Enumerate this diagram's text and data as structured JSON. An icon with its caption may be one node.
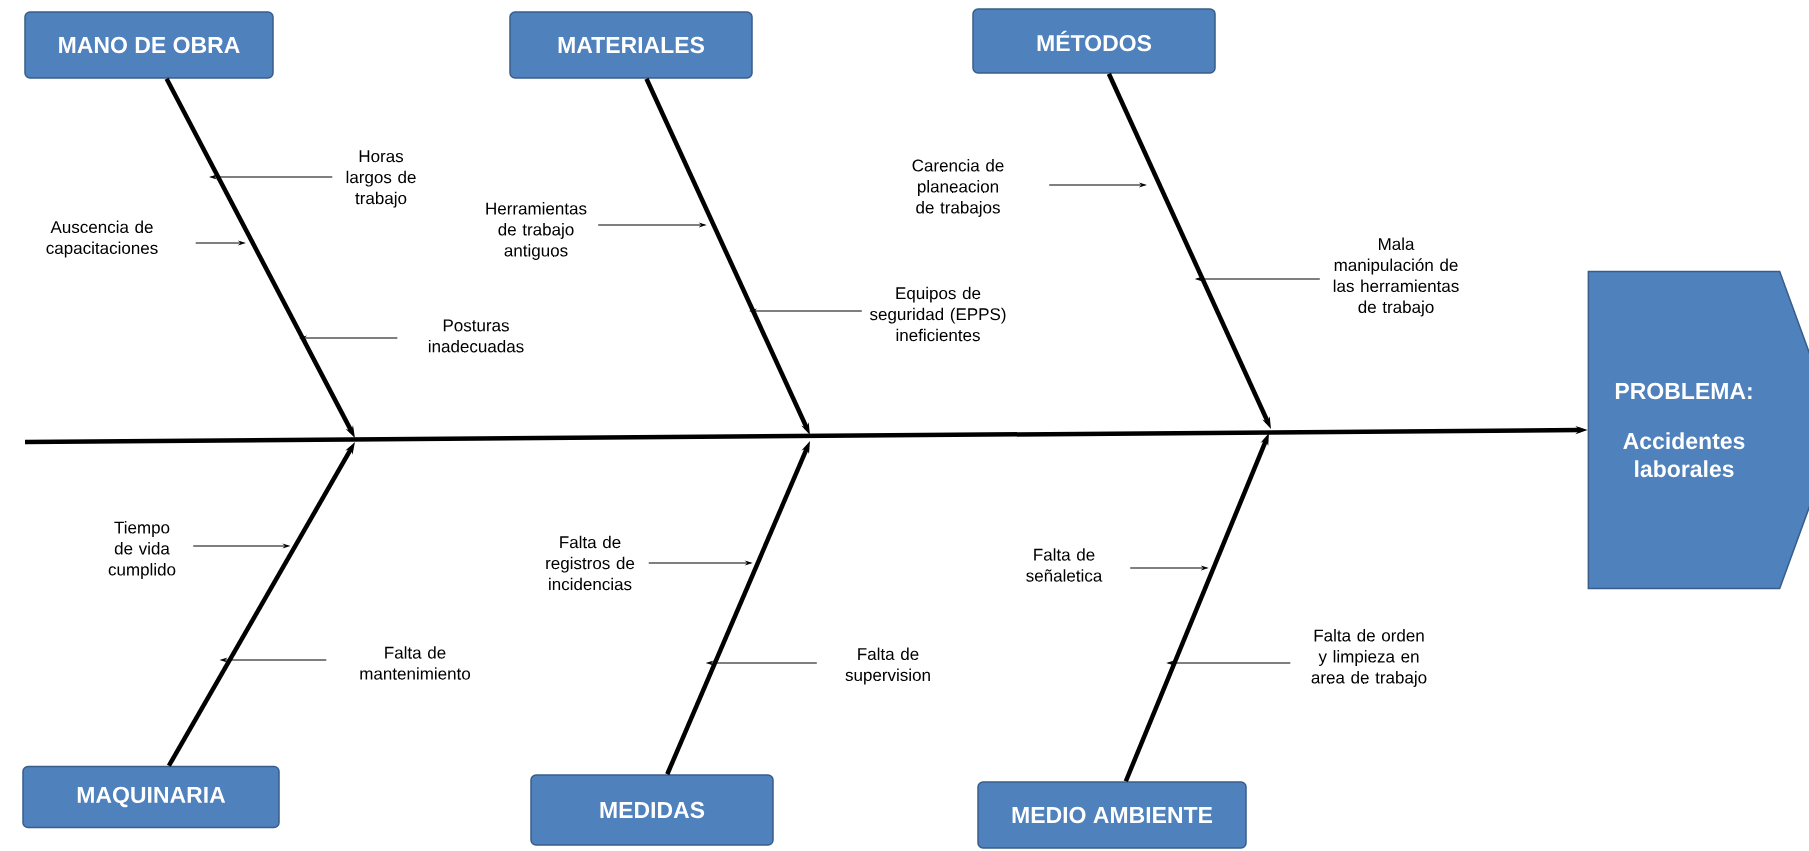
{
  "diagram": {
    "nodes": [
      {
        "text": [
          "MANO DE OBRA"
        ]
      },
      {
        "text": [
          "MATERIALES"
        ]
      },
      {
        "text": [
          "MÉTODOS"
        ]
      },
      {
        "text": [
          "PROBLEMA:",
          "Accidentes laborales"
        ]
      },
      {
        "text": [
          "MAQUINARIA"
        ]
      },
      {
        "text": [
          "MEDIDAS"
        ]
      },
      {
        "text": [
          "MEDIO AMBIENTE"
        ]
      },
      {
        "text": [
          "Horas largos de trabajo"
        ]
      },
      {
        "text": [
          "Auscencia de capacitaciones"
        ]
      },
      {
        "text": [
          "Posturas inadecuadas"
        ]
      },
      {
        "text": [
          "Herramientas de trabajo antiguos"
        ]
      },
      {
        "text": [
          "Equipos de seguridad (EPPS) ineficientes"
        ]
      },
      {
        "text": [
          "Carencia de planeacion de trabajos"
        ]
      },
      {
        "text": [
          "Mala manipulación de las herramientas de trabajo"
        ]
      },
      {
        "text": [
          "Tiempo de vida cumplido"
        ]
      },
      {
        "text": [
          "Falta de mantenimiento"
        ]
      },
      {
        "text": [
          "Falta de registros de incidencias"
        ]
      },
      {
        "text": [
          "Falta de supervision"
        ]
      },
      {
        "text": [
          "Falta de señaletica"
        ]
      },
      {
        "text": [
          "Falta de orden y limpieza en area de trabajo"
        ]
      }
    ],
    "edges": [
      {
        "from": null,
        "to": 3,
        "arrow": "to",
        "style": "thick"
      },
      {
        "from": 0,
        "to": null,
        "arrow": "to",
        "style": "thick"
      },
      {
        "from": 1,
        "to": null,
        "arrow": "to",
        "style": "thick"
      },
      {
        "from": 2,
        "to": null,
        "arrow": "to",
        "style": "thick"
      },
      {
        "from": 4,
        "to": null,
        "arrow": "to",
        "style": "thick"
      },
      {
        "from": 5,
        "to": null,
        "arrow": "to",
        "style": "thick"
      },
      {
        "from": 6,
        "to": null,
        "arrow": "to",
        "style": "thick"
      },
      {
        "from": 7,
        "to": null,
        "arrow": "to"
      },
      {
        "from": 8,
        "to": null,
        "arrow": "to"
      },
      {
        "from": 9,
        "to": null,
        "arrow": "to"
      },
      {
        "from": 10,
        "to": null,
        "arrow": "to"
      },
      {
        "from": 11,
        "to": null,
        "arrow": "to"
      },
      {
        "from": 12,
        "to": null,
        "arrow": "to"
      },
      {
        "from": 13,
        "to": null,
        "arrow": "to"
      },
      {
        "from": 14,
        "to": null,
        "arrow": "to"
      },
      {
        "from": 15,
        "to": null,
        "arrow": "to"
      },
      {
        "from": 16,
        "to": null,
        "arrow": "to"
      },
      {
        "from": 17,
        "to": null,
        "arrow": "to"
      },
      {
        "from": 18,
        "to": null,
        "arrow": "to"
      },
      {
        "from": 19,
        "to": null,
        "arrow": "to"
      }
    ]
  }
}
